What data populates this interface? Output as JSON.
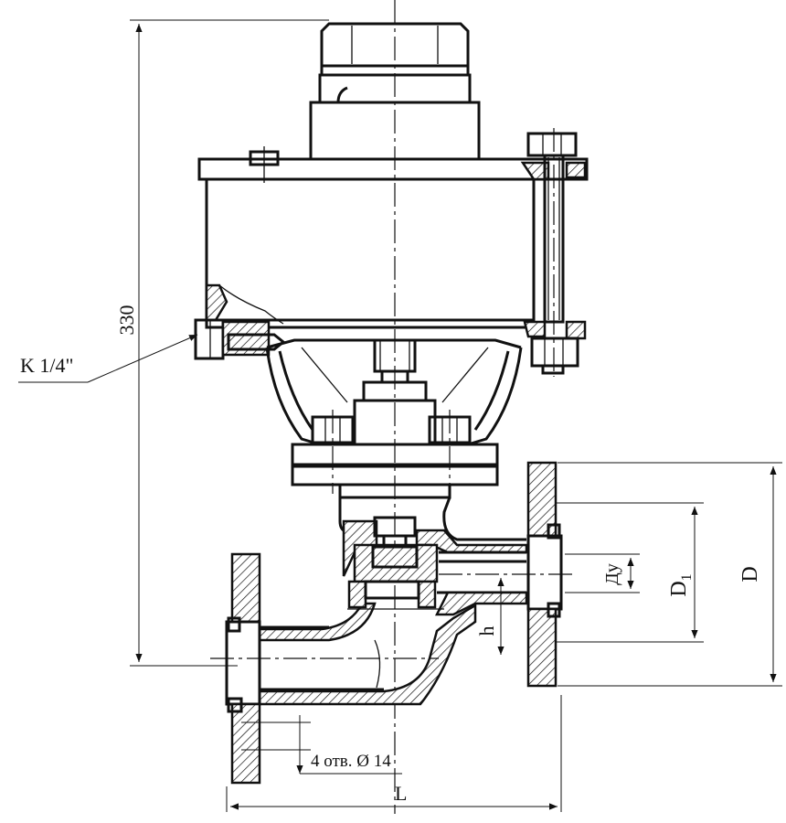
{
  "drawing": {
    "labels": {
      "height_dim": "330",
      "fitting": "K 1/4\"",
      "nominal_bore": "Ду",
      "d1": "D",
      "d1_sub": "1",
      "d": "D",
      "h": "h",
      "holes": "4 отв. Ø 14",
      "l": "L"
    }
  }
}
